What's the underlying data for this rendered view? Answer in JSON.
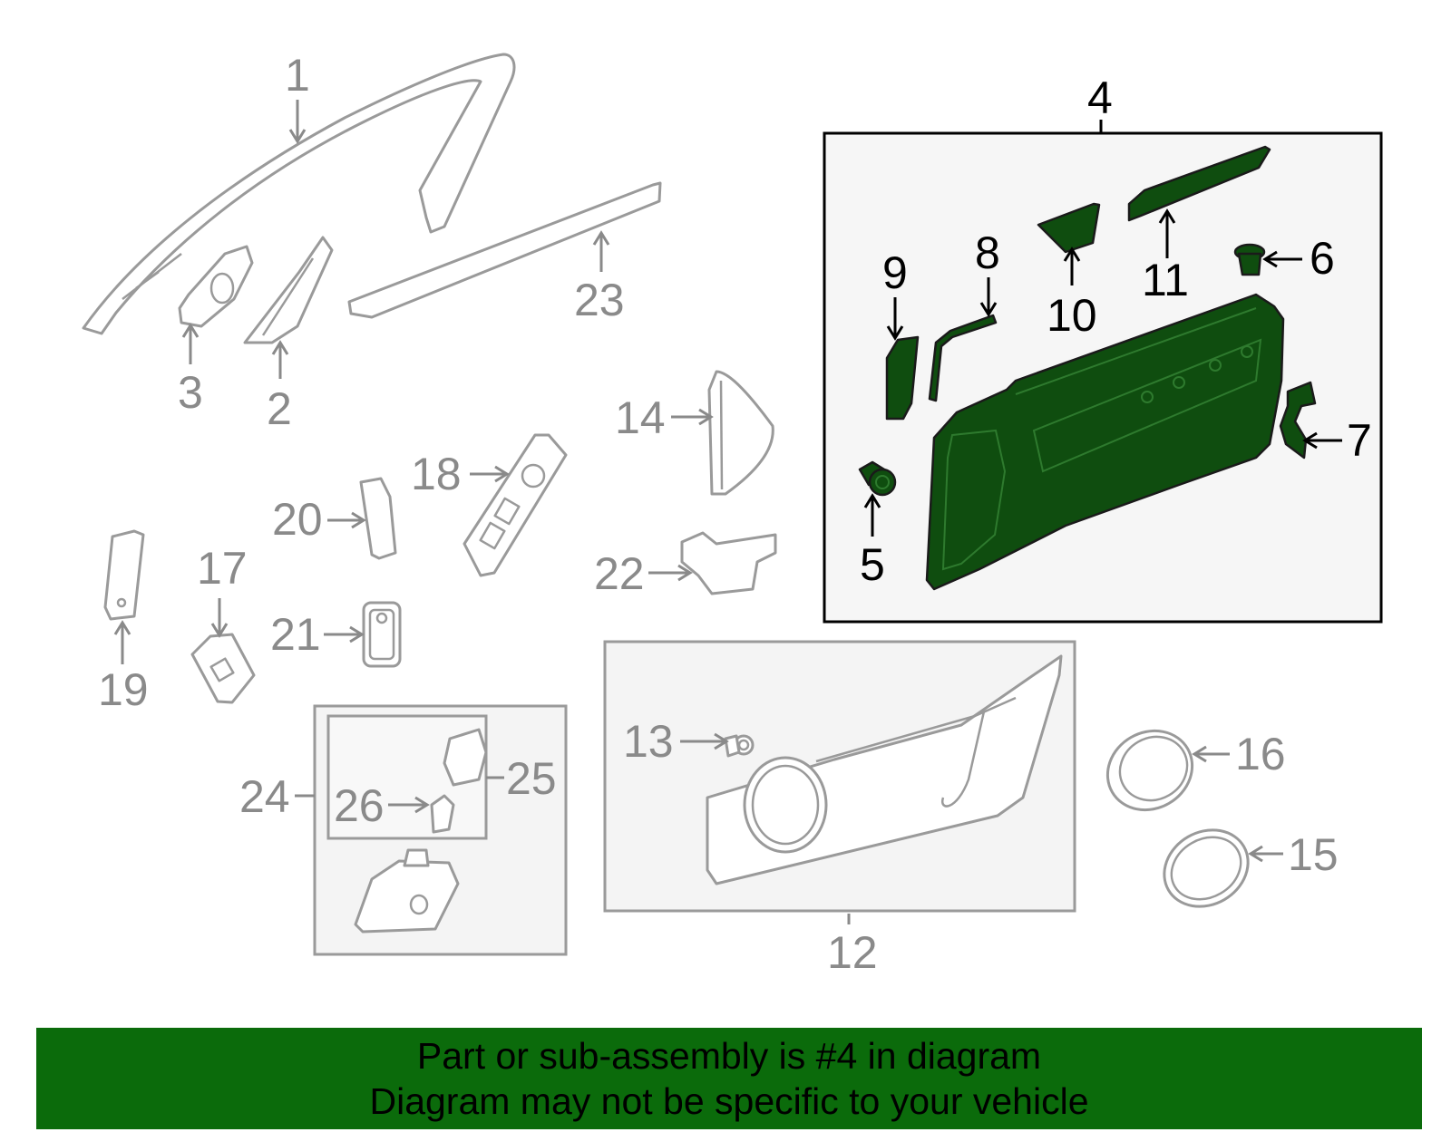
{
  "callouts": {
    "c1": "1",
    "c2": "2",
    "c3": "3",
    "c4": "4",
    "c5": "5",
    "c6": "6",
    "c7": "7",
    "c8": "8",
    "c9": "9",
    "c10": "10",
    "c11": "11",
    "c12": "12",
    "c13": "13",
    "c14": "14",
    "c15": "15",
    "c16": "16",
    "c17": "17",
    "c18": "18",
    "c19": "19",
    "c20": "20",
    "c21": "21",
    "c22": "22",
    "c23": "23",
    "c24": "24",
    "c25": "25",
    "c26": "26"
  },
  "highlight_color": "#0f4d0f",
  "banner": {
    "line1": "Part or sub-assembly is #4 in diagram",
    "line2": "Diagram may not be specific to your vehicle",
    "background": "#0b6b0b"
  }
}
